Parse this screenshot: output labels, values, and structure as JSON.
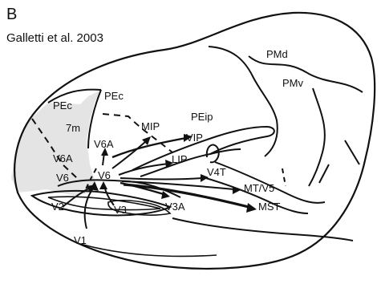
{
  "panel_letter": "B",
  "citation": "Galletti et al. 2003",
  "colors": {
    "line": "#111111",
    "medial_shade": "#e4e4e4",
    "background": "#ffffff"
  },
  "labels": {
    "PMd": "PMd",
    "PMv": "PMv",
    "PEc_medial": "PEc",
    "PEc_lateral": "PEc",
    "PEip": "PEip",
    "m7": "7m",
    "V6A_medial": "V6A",
    "V6A_lateral": "V6A",
    "V6_medial": "V6",
    "V6_center": "V6",
    "MIP": "MIP",
    "VIP": "VIP",
    "LIP": "LIP",
    "V4T": "V4T",
    "MTV5": "MT/V5",
    "MST": "MST",
    "V2": "V2",
    "V3": "V3",
    "V3A": "V3A",
    "V1": "V1"
  }
}
